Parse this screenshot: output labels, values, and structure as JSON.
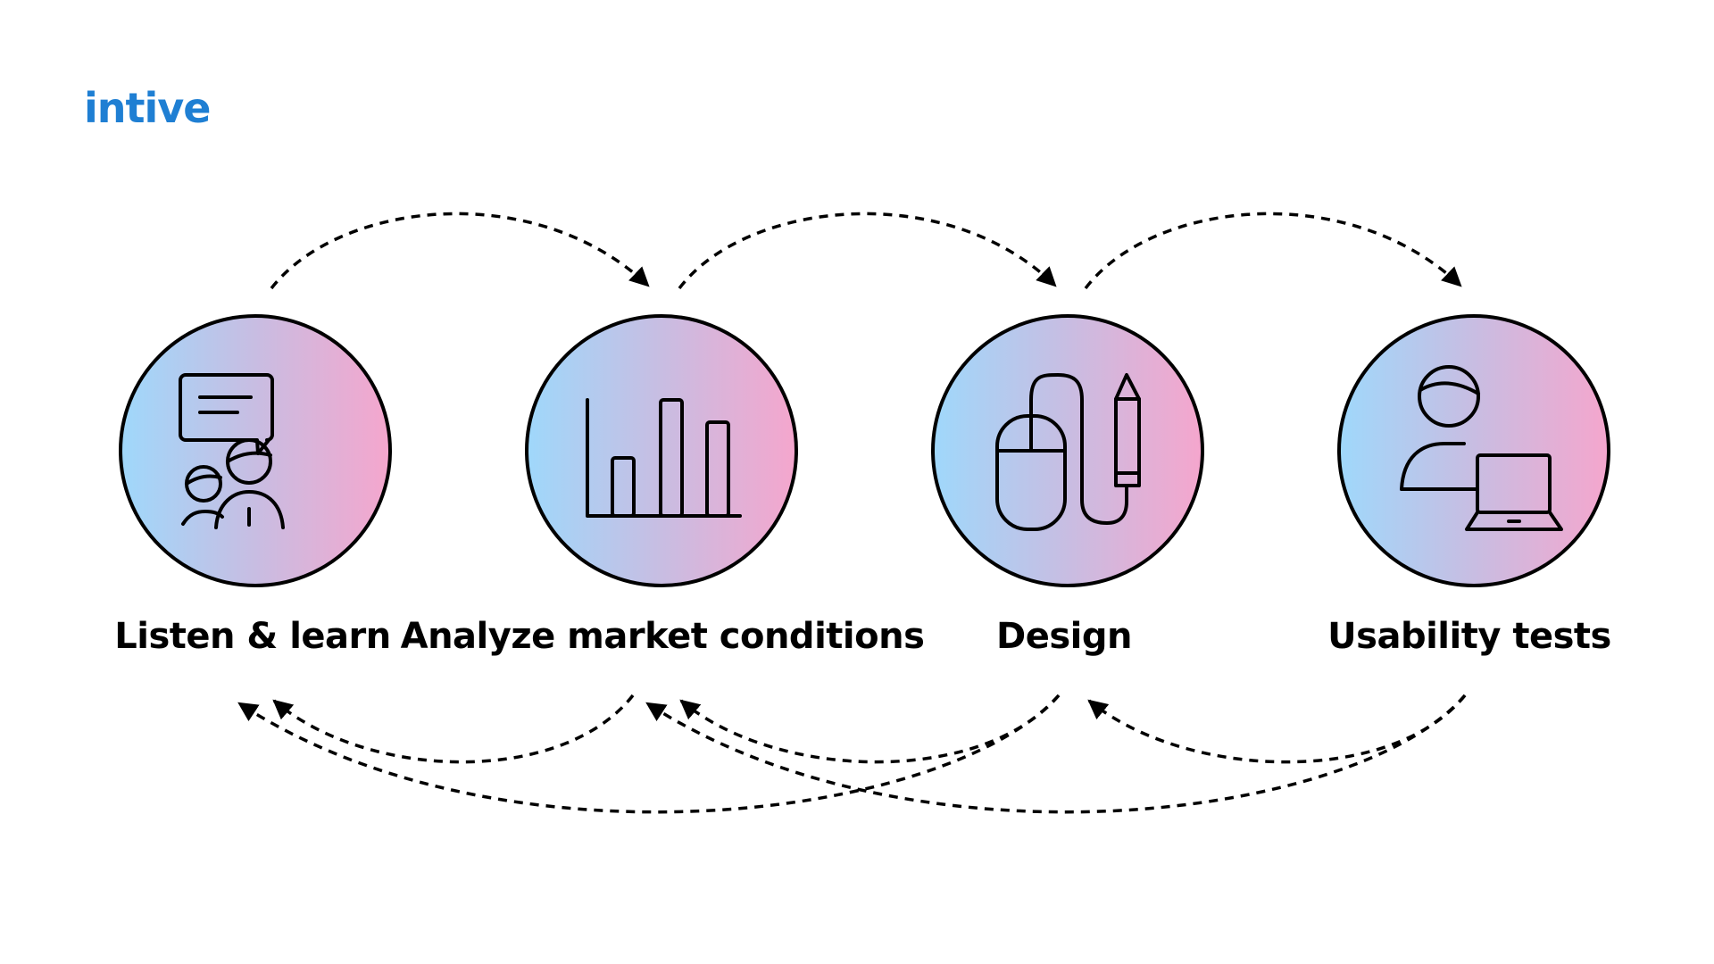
{
  "brand": {
    "logo_text": "intive",
    "logo_color": "#1f7fd3"
  },
  "steps": [
    {
      "label": "Listen & learn",
      "icon": "conversation-icon"
    },
    {
      "label": "Analyze market conditions",
      "icon": "bar-chart-icon"
    },
    {
      "label": "Design",
      "icon": "mouse-and-pen-icon"
    },
    {
      "label": "Usability tests",
      "icon": "user-laptop-icon"
    }
  ],
  "flows": {
    "forward": [
      {
        "from": "Listen & learn",
        "to": "Analyze market conditions"
      },
      {
        "from": "Analyze market conditions",
        "to": "Design"
      },
      {
        "from": "Design",
        "to": "Usability tests"
      }
    ],
    "backward": [
      {
        "from": "Analyze market conditions",
        "to": "Listen & learn"
      },
      {
        "from": "Design",
        "to": "Listen & learn"
      },
      {
        "from": "Design",
        "to": "Analyze market conditions"
      },
      {
        "from": "Usability tests",
        "to": "Analyze market conditions"
      },
      {
        "from": "Usability tests",
        "to": "Design"
      }
    ],
    "line_style": "dashed"
  },
  "colors": {
    "circle_gradient_start": "#9fd8fb",
    "circle_gradient_mid": "#c8bde2",
    "circle_gradient_end": "#f5a6cd",
    "stroke": "#000000"
  }
}
